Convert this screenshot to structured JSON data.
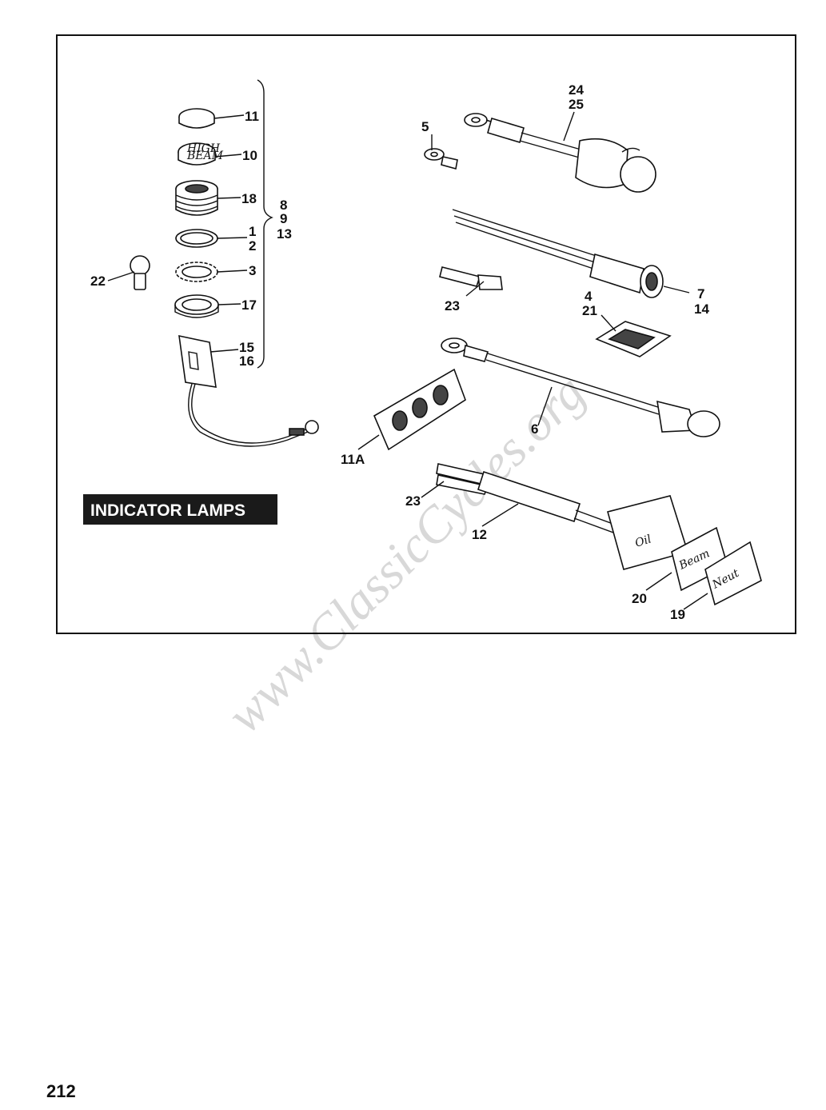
{
  "figure": {
    "title": "INDICATOR LAMPS",
    "watermark": "www.ClassicCycles.org",
    "callouts": {
      "c11": "11",
      "c10": "10",
      "c18": "18",
      "c8": "8",
      "c9": "9",
      "c13": "13",
      "c1": "1",
      "c2": "2",
      "c3": "3",
      "c22": "22",
      "c17": "17",
      "c15": "15",
      "c16": "16",
      "c24": "24",
      "c25": "25",
      "c5": "5",
      "c7": "7",
      "c14": "14",
      "c23a": "23",
      "c4": "4",
      "c21": "21",
      "c6": "6",
      "c11a": "11A",
      "c23b": "23",
      "c12": "12",
      "c20": "20",
      "c19": "19"
    },
    "part_markings": {
      "lens_high": "HIGH",
      "lens_beam": "BEAM",
      "lamp_oil": "Oil",
      "tag_beam": "Beam",
      "tag_neut": "Neut"
    }
  },
  "page": {
    "number": "212"
  }
}
